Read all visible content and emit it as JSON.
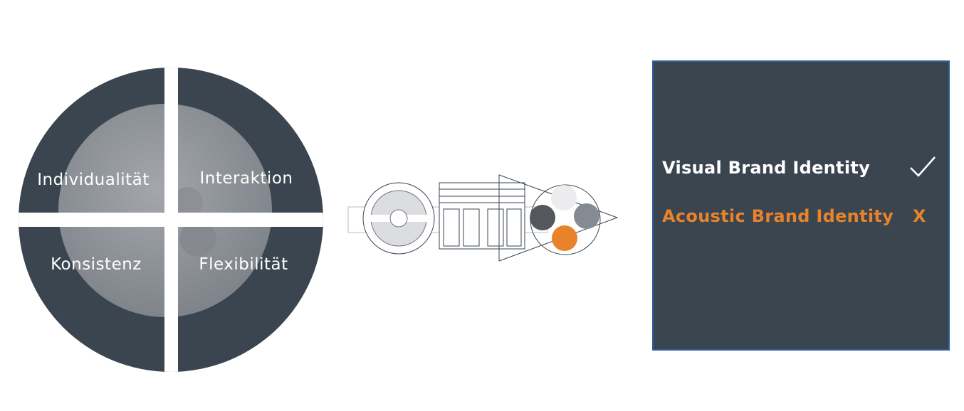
{
  "quadrants": [
    {
      "id": "tl",
      "label": "Individualität"
    },
    {
      "id": "tr",
      "label": "Interaktion"
    },
    {
      "id": "bl",
      "label": "Konsistenz"
    },
    {
      "id": "br",
      "label": "Flexibilität"
    }
  ],
  "panel": {
    "visual_label": "Visual Brand Identity",
    "acoustic_label": "Acoustic Brand Identity",
    "acoustic_mark": "X"
  },
  "colors": {
    "dark": "#3a4550",
    "grey": "#8a8f95",
    "accent": "#e8832b",
    "panel_border": "#2f5e9a"
  },
  "icons": {
    "visual_status": "check-icon",
    "acoustic_status": "x-mark"
  }
}
